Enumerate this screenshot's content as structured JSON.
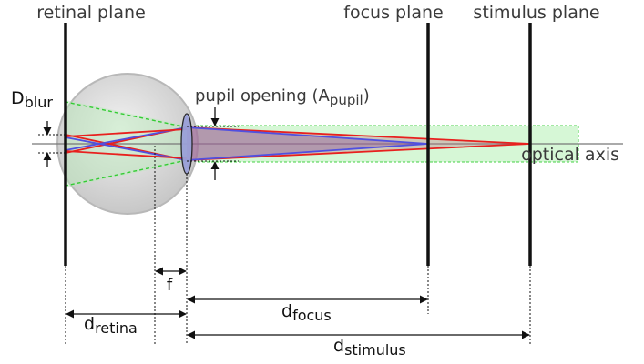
{
  "labels": {
    "retinal_plane": "retinal plane",
    "focus_plane": "focus plane",
    "stimulus_plane": "stimulus plane",
    "pupil_opening": "pupil opening (A",
    "pupil_sub": "pupil",
    "pupil_close": ")",
    "optical_axis": "optical axis",
    "d_blur_main": "D",
    "d_blur_sub": "blur",
    "f": "f",
    "d_focus_main": "d",
    "d_focus_sub": "focus",
    "d_retina_main": "d",
    "d_retina_sub": "retina",
    "d_stimulus_main": "d",
    "d_stimulus_sub": "stimulus"
  },
  "colors": {
    "rays_red": "#e8201e",
    "rays_blue": "#5050e0",
    "beam_green": "#c8f5c8",
    "beam_green_border": "#33cc33",
    "eye_gray": "#c8c8c8",
    "cone_fill": "#b06080",
    "plane_black": "#111111"
  }
}
